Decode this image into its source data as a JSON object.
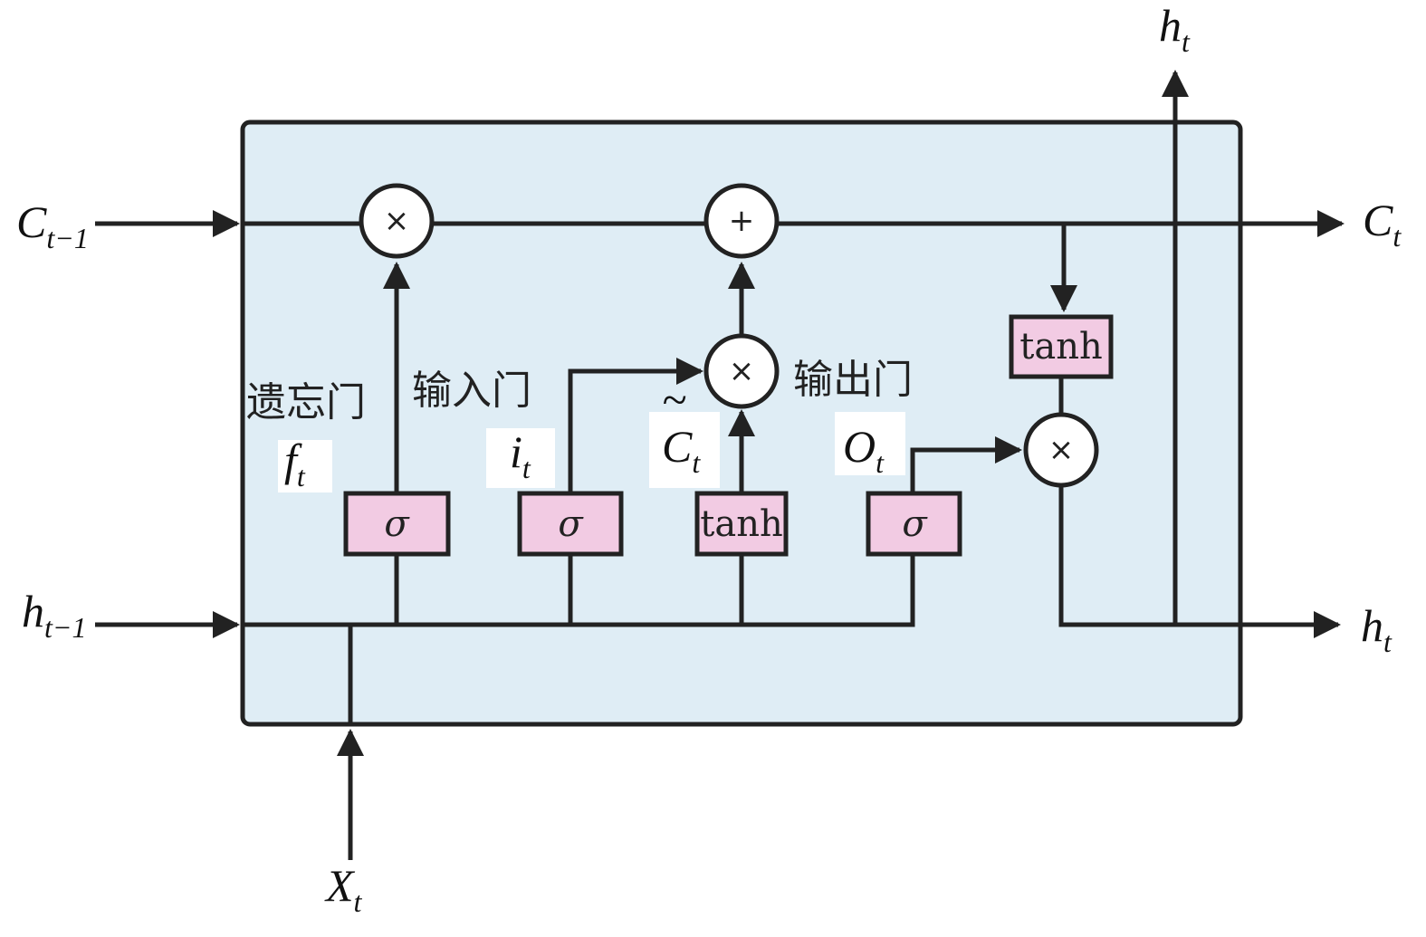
{
  "variables": {
    "c_prev": {
      "base": "C",
      "sub": "t−1"
    },
    "c_next": {
      "base": "C",
      "sub": "t"
    },
    "h_prev": {
      "base": "h",
      "sub": "t−1"
    },
    "h_next_right": {
      "base": "h",
      "sub": "t"
    },
    "h_next_top": {
      "base": "h",
      "sub": "t"
    },
    "x_in": {
      "base": "X",
      "sub": "t"
    },
    "f_t": {
      "base": "f",
      "sub": "t"
    },
    "i_t": {
      "base": "i",
      "sub": "t"
    },
    "c_tilde": {
      "base": "C",
      "sub": "t",
      "accent": "~"
    },
    "o_t": {
      "base": "O",
      "sub": "t"
    }
  },
  "gate_labels": {
    "forget": "遗忘门",
    "input": "输入门",
    "output": "输出门"
  },
  "boxes": {
    "sigma_forget": "σ",
    "sigma_input": "σ",
    "tanh_candidate": "tanh",
    "sigma_output": "σ",
    "tanh_cell": "tanh"
  },
  "operators": {
    "mult_forget": "×",
    "add_cell": "+",
    "mult_input": "×",
    "mult_output": "×"
  },
  "colors": {
    "cell_fill": "#dfedf5",
    "gate_fill": "#f2cbe3",
    "line": "#222222"
  }
}
